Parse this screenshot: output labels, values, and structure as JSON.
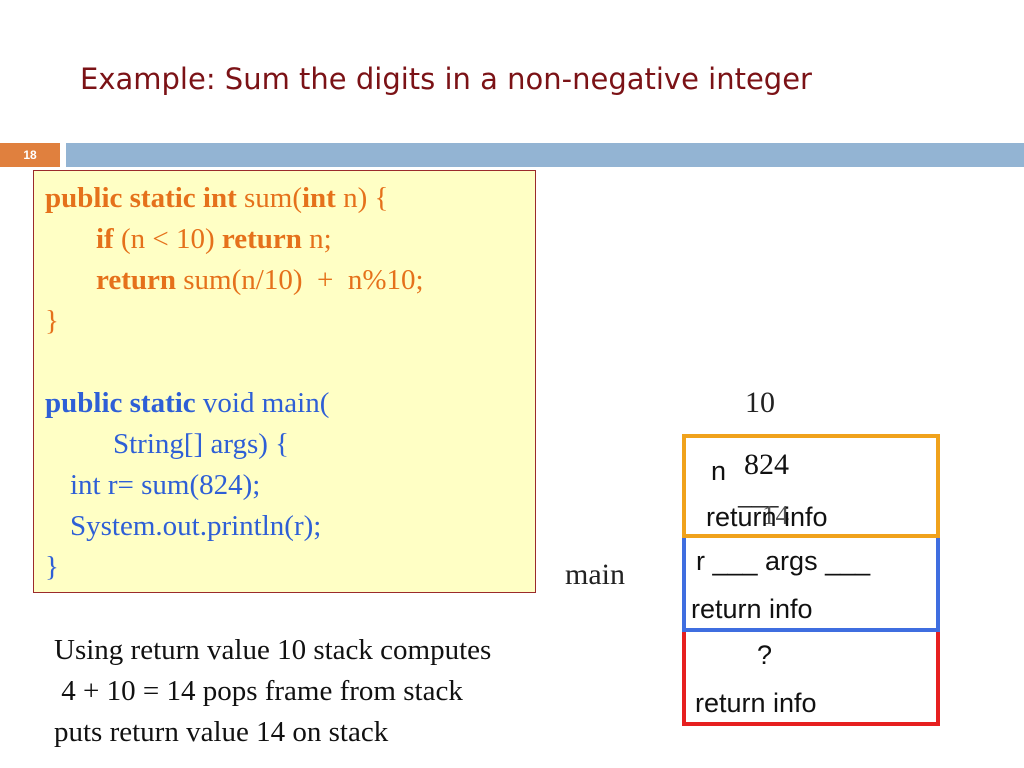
{
  "slide": {
    "title": "Example: Sum the digits in a non-negative integer",
    "number": "18"
  },
  "code": {
    "sum_fn": {
      "line1_kw": "public static int",
      "line1_a": " sum(",
      "line1_kw2": "int",
      "line1_b": " n) {",
      "line2_kw": "if",
      "line2_a": " (n < 10) ",
      "line2_kw2": "return",
      "line2_b": " n;",
      "line3_kw": "return",
      "line3_a": " sum(n/10)  +  n%10;",
      "line4": "}"
    },
    "main_fn": {
      "line1_kw": "public static",
      "line1_a": " void main(",
      "line2": "String[] args) {",
      "line3": "int r= sum(824);",
      "line4": "System.out.println(r);",
      "line5": "}"
    }
  },
  "stack": {
    "value_above": "10",
    "frame1": {
      "param_label": "n",
      "param_value": "824",
      "return_value": "14",
      "return_label": "return info",
      "color": "#f0a21c"
    },
    "frame2": {
      "locals_label": "r ___  args ___",
      "return_label": "return info",
      "side_label": "main",
      "color": "#3f6ee0"
    },
    "frame3": {
      "unknown": "?",
      "return_label": "return info",
      "color": "#e62020"
    }
  },
  "explanation": {
    "line1": "Using return value 10 stack computes",
    "line2": " 4 + 10 = 14 pops frame from stack",
    "line3": "puts return value 14 on stack"
  }
}
